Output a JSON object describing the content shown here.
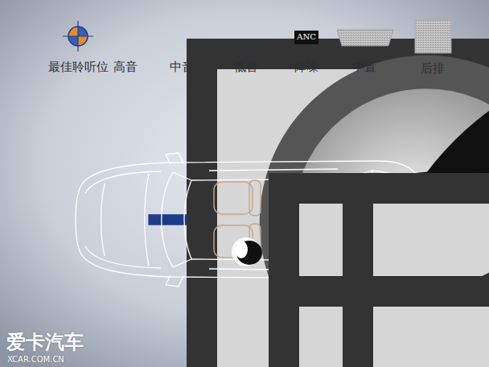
{
  "diagram": {
    "labels": [
      "ANC",
      "爱卡汽车",
      "XCAR.COM.CN"
    ],
    "legend": [
      {
        "text": "最佳聆听位"
      },
      {
        "text": "高音"
      },
      {
        "text": "中音"
      },
      {
        "text": "低音"
      },
      {
        "text": "降噪"
      },
      {
        "text": "中置"
      },
      {
        "text": "后排"
      }
    ]
  }
}
